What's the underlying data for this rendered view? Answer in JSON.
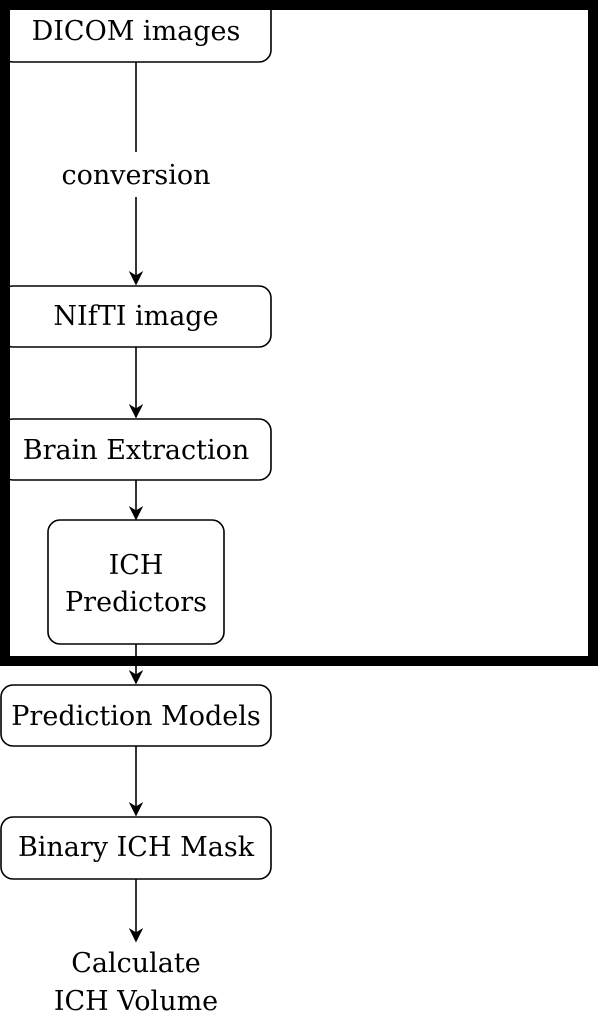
{
  "nodes": {
    "dicom": {
      "label": "DICOM images"
    },
    "conversion": {
      "label": "conversion"
    },
    "nifti": {
      "label": "NIfTI image"
    },
    "brain_extraction": {
      "label": "Brain Extraction"
    },
    "ich_predictors": {
      "lines": [
        "ICH",
        "Predictors"
      ]
    },
    "prediction_models": {
      "label": "Prediction Models"
    },
    "binary_mask": {
      "label": "Binary ICH Mask"
    },
    "calculate_volume": {
      "lines": [
        "Calculate",
        "ICH Volume"
      ]
    }
  }
}
